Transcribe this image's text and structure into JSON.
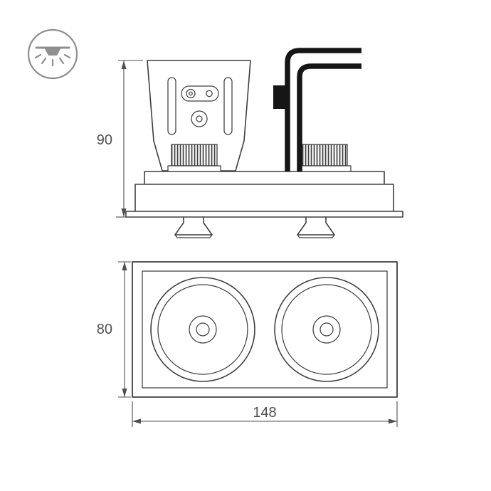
{
  "icon": {
    "name": "recessed-downlight-ceiling-icon"
  },
  "side_view": {
    "height_dimension": "90"
  },
  "bottom_view": {
    "height_dimension": "80",
    "width_dimension": "148"
  },
  "colors": {
    "background": "#ffffff",
    "line": "#3f3f3f",
    "dim": "#4f4f4f",
    "cable": "#161616",
    "icon": "#8f8f8f"
  }
}
